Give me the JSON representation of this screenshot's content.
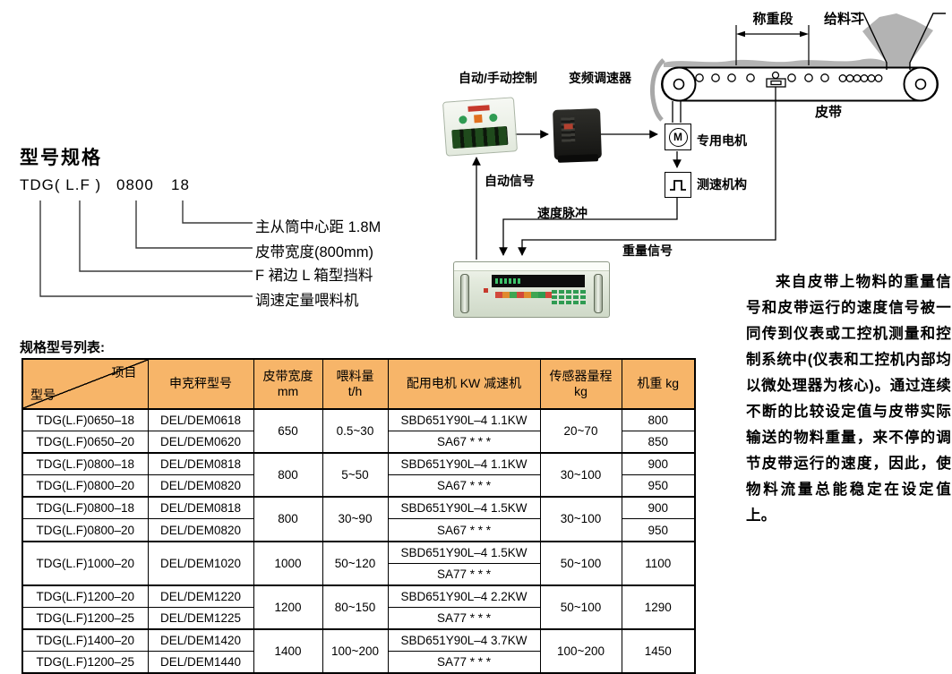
{
  "colors": {
    "table_header_bg": "#F7B569",
    "material_gray": "#b3b3b3"
  },
  "spec": {
    "title": "型号规格",
    "model_parts": [
      "TDG( L.F )",
      "0800",
      "18"
    ],
    "callouts": [
      "主从筒中心距 1.8M",
      "皮带宽度(800mm)",
      "F 裙边 L 箱型挡料",
      "调速定量喂料机"
    ]
  },
  "diagram": {
    "labels": {
      "control": "自动/手动控制",
      "inverter": "变频调速器",
      "weigh_section": "称重段",
      "hopper": "给料斗",
      "belt": "皮带",
      "motor": "专用电机",
      "speed_sensor": "测速机构",
      "auto_signal": "自动信号",
      "speed_pulse": "速度脉冲",
      "weight_signal": "重量信号",
      "motor_symbol": "M"
    }
  },
  "description": "来自皮带上物料的重量信号和皮带运行的速度信号被一同传到仪表或工控机测量和控制系统中(仪表和工控机内部均以微处理器为核心)。通过连续不断的比较设定值与皮带实际输送的物料重量，来不停的调节皮带运行的速度，因此，使物料流量总能稳定在设定值上。",
  "table": {
    "title": "规格型号列表:",
    "header": {
      "corner_top": "项目",
      "corner_bottom": "型号",
      "scale": "申克秤型号",
      "belt_width": "皮带宽度\nmm",
      "feed": "喂料量\nt/h",
      "motor": "配用电机 KW  减速机",
      "sensor": "传感器量程\nkg",
      "weight": "机重 kg"
    },
    "groups": [
      {
        "belt_width": "650",
        "feed": "0.5~30",
        "sensor": "20~70",
        "rows": [
          {
            "model": "TDG(L.F)0650–18",
            "scale": "DEL/DEM0618",
            "motor": "SBD651Y90L–4 1.1KW",
            "weight": "800"
          },
          {
            "model": "TDG(L.F)0650–20",
            "scale": "DEL/DEM0620",
            "motor": "SA67 * * *",
            "weight": "850"
          }
        ]
      },
      {
        "belt_width": "800",
        "feed": "5~50",
        "sensor": "30~100",
        "rows": [
          {
            "model": "TDG(L.F)0800–18",
            "scale": "DEL/DEM0818",
            "motor": "SBD651Y90L–4 1.1KW",
            "weight": "900"
          },
          {
            "model": "TDG(L.F)0800–20",
            "scale": "DEL/DEM0820",
            "motor": "SA67 * * *",
            "weight": "950"
          }
        ]
      },
      {
        "belt_width": "800",
        "feed": "30~90",
        "sensor": "30~100",
        "rows": [
          {
            "model": "TDG(L.F)0800–18",
            "scale": "DEL/DEM0818",
            "motor": "SBD651Y90L–4 1.5KW",
            "weight": "900"
          },
          {
            "model": "TDG(L.F)0800–20",
            "scale": "DEL/DEM0820",
            "motor": "SA67 * * *",
            "weight": "950"
          }
        ]
      },
      {
        "model": "TDG(L.F)1000–20",
        "scale": "DEL/DEM1020",
        "belt_width": "1000",
        "feed": "50~120",
        "sensor": "50~100",
        "weight": "1100",
        "rows": [
          {
            "motor": "SBD651Y90L–4 1.5KW"
          },
          {
            "motor": "SA77 * * *"
          }
        ]
      },
      {
        "belt_width": "1200",
        "feed": "80~150",
        "sensor": "50~100",
        "weight": "1290",
        "rows": [
          {
            "model": "TDG(L.F)1200–20",
            "scale": "DEL/DEM1220",
            "motor": "SBD651Y90L–4 2.2KW"
          },
          {
            "model": "TDG(L.F)1200–25",
            "scale": "DEL/DEM1225",
            "motor": "SA77 * * *"
          }
        ]
      },
      {
        "belt_width": "1400",
        "feed": "100~200",
        "sensor": "100~200",
        "weight": "1450",
        "rows": [
          {
            "model": "TDG(L.F)1400–20",
            "scale": "DEL/DEM1420",
            "motor": "SBD651Y90L–4 3.7KW"
          },
          {
            "model": "TDG(L.F)1200–25",
            "scale": "DEL/DEM1440",
            "motor": "SA77 * * *"
          }
        ]
      }
    ]
  }
}
